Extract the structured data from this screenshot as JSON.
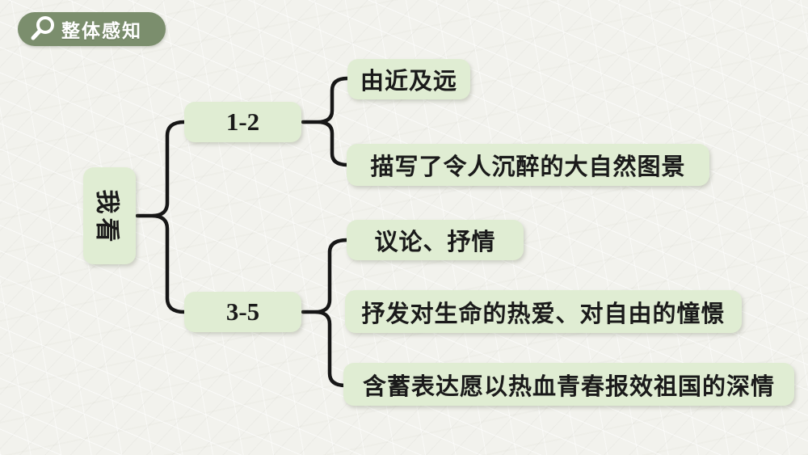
{
  "slide": {
    "title_badge": "整体感知",
    "background_color": "#f2f2ed"
  },
  "header": {
    "label": "整体感知",
    "icon": "magnifier-icon",
    "pill_color": "#7b8e6d",
    "text_color": "#ffffff"
  },
  "diagram": {
    "root_label": "我看",
    "branches": [
      {
        "range": "1-2",
        "children": [
          "由近及远",
          "描写了令人沉醉的大自然图景"
        ]
      },
      {
        "range": "3-5",
        "children": [
          "议论、抒情",
          "抒发对生命的热爱、对自由的憧憬",
          "含蓄表达愿以热血青春报效祖国的深情"
        ]
      }
    ],
    "colors": {
      "node_fill": "#e0edd3",
      "node_text": "#1a1a1a",
      "connector_line": "#161616"
    }
  }
}
